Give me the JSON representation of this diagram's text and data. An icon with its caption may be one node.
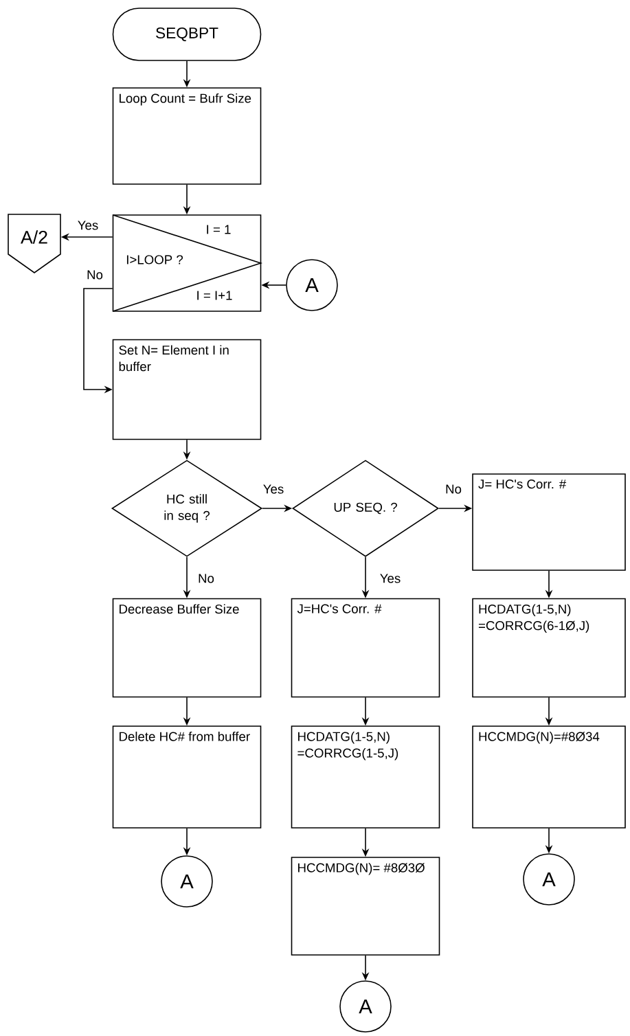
{
  "diagram": {
    "nodes": [
      {
        "text": [
          "SEQBPT"
        ]
      },
      {
        "text": [
          "Loop Count = Bufr Size"
        ]
      },
      {
        "text": [
          "I = 1",
          "I>LOOP ?",
          "I = I+1"
        ]
      },
      {
        "text": [
          "A/2"
        ]
      },
      {
        "text": [
          "A"
        ]
      },
      {
        "text": [
          "Set N= Element I in buffer"
        ]
      },
      {
        "text": [
          "HC still in seq ?"
        ]
      },
      {
        "text": [
          "UP SEQ. ?"
        ]
      },
      {
        "text": [
          "J= HC's Corr. #"
        ]
      },
      {
        "text": [
          "Decrease Buffer Size"
        ]
      },
      {
        "text": [
          "J=HC's Corr. #"
        ]
      },
      {
        "text": [
          "HCDATG(1-5,N) =CORRCG(6-1Ø,J)"
        ]
      },
      {
        "text": [
          "Delete HC# from buffer"
        ]
      },
      {
        "text": [
          "HCDATG(1-5,N) =CORRCG(1-5,J)"
        ]
      },
      {
        "text": [
          "HCCMDG(N)=#8Ø34"
        ]
      },
      {
        "text": [
          "A"
        ]
      },
      {
        "text": [
          "HCCMDG(N)= #8Ø3Ø"
        ]
      },
      {
        "text": [
          "A"
        ]
      },
      {
        "text": [
          "A"
        ]
      }
    ],
    "edges": [
      {
        "from": 0,
        "to": 1,
        "arrow": "to"
      },
      {
        "from": 1,
        "to": 2,
        "arrow": "to"
      },
      {
        "from": 2,
        "to": 3,
        "arrow": "to",
        "label": "Yes"
      },
      {
        "from": 2,
        "to": 5,
        "arrow": "to",
        "label": "No"
      },
      {
        "from": 4,
        "to": 2,
        "arrow": "to"
      },
      {
        "from": 5,
        "to": 6,
        "arrow": "to"
      },
      {
        "from": 6,
        "to": 7,
        "arrow": "to",
        "label": "Yes"
      },
      {
        "from": 7,
        "to": 8,
        "arrow": "to",
        "label": "No"
      },
      {
        "from": 6,
        "to": 9,
        "arrow": "to",
        "label": "No"
      },
      {
        "from": 7,
        "to": 10,
        "arrow": "to",
        "label": "Yes"
      },
      {
        "from": 8,
        "to": 11,
        "arrow": "to"
      },
      {
        "from": 11,
        "to": 14,
        "arrow": "to"
      },
      {
        "from": 14,
        "to": 17,
        "arrow": "to"
      },
      {
        "from": 9,
        "to": 12,
        "arrow": "to"
      },
      {
        "from": 12,
        "to": 15,
        "arrow": "to"
      },
      {
        "from": 10,
        "to": 13,
        "arrow": "to"
      },
      {
        "from": 13,
        "to": 16,
        "arrow": "to"
      },
      {
        "from": 16,
        "to": 18,
        "arrow": "to"
      }
    ]
  }
}
